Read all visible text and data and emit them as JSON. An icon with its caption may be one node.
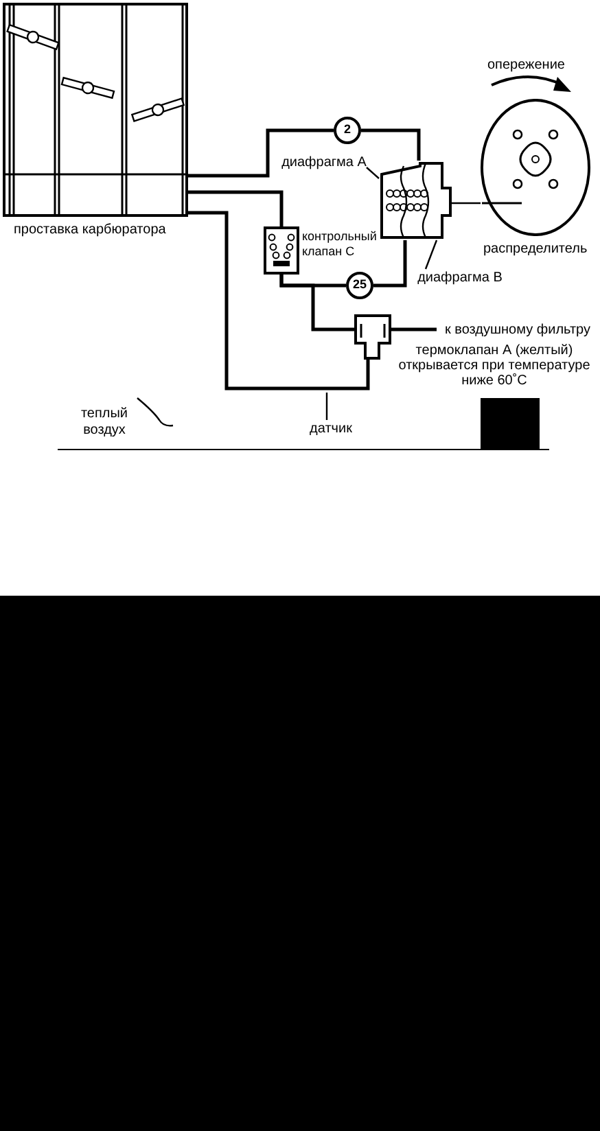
{
  "diagram": {
    "nodes": [
      {
        "text": [],
        "shape": "box",
        "beside": [
          "проставка карбюратора"
        ]
      },
      {
        "text": [
          "2"
        ]
      },
      {
        "text": [],
        "shape": "box"
      },
      {
        "text": [],
        "shape": "circle",
        "beside": [
          "распределитель"
        ]
      },
      {
        "text": [],
        "shape": "box",
        "beside": [
          "контрольный клапан С"
        ]
      },
      {
        "text": [
          "25"
        ]
      },
      {
        "text": [],
        "shape": "box",
        "beside": [
          "термоклапан А (желтый) открывается при температуре ниже 60˚С"
        ]
      },
      {
        "text": [
          "диафрагма А"
        ]
      },
      {
        "text": [
          "диафрагма В"
        ]
      },
      {
        "text": [
          "датчик"
        ]
      },
      {
        "text": [
          "к воздушному фильтру"
        ]
      }
    ],
    "edges": [
      {
        "from": 0,
        "to": 1,
        "arrow": "none"
      },
      {
        "from": 1,
        "to": 2,
        "arrow": "none"
      },
      {
        "from": 0,
        "to": 4,
        "arrow": "none"
      },
      {
        "from": 4,
        "to": 5,
        "arrow": "none"
      },
      {
        "from": 5,
        "to": 2,
        "arrow": "none"
      },
      {
        "from": 4,
        "to": 6,
        "arrow": "none"
      },
      {
        "from": 0,
        "to": 6,
        "arrow": "none"
      },
      {
        "from": 6,
        "to": 10,
        "arrow": "none"
      },
      {
        "from": 2,
        "to": 3,
        "arrow": "none"
      },
      {
        "from": 7,
        "to": 2,
        "arrow": "none"
      },
      {
        "from": 8,
        "to": 2,
        "arrow": "none"
      },
      {
        "from": 9,
        "to": null,
        "arrow": "none"
      }
    ],
    "labels": [
      "опережение",
      "теплый воздух"
    ]
  }
}
